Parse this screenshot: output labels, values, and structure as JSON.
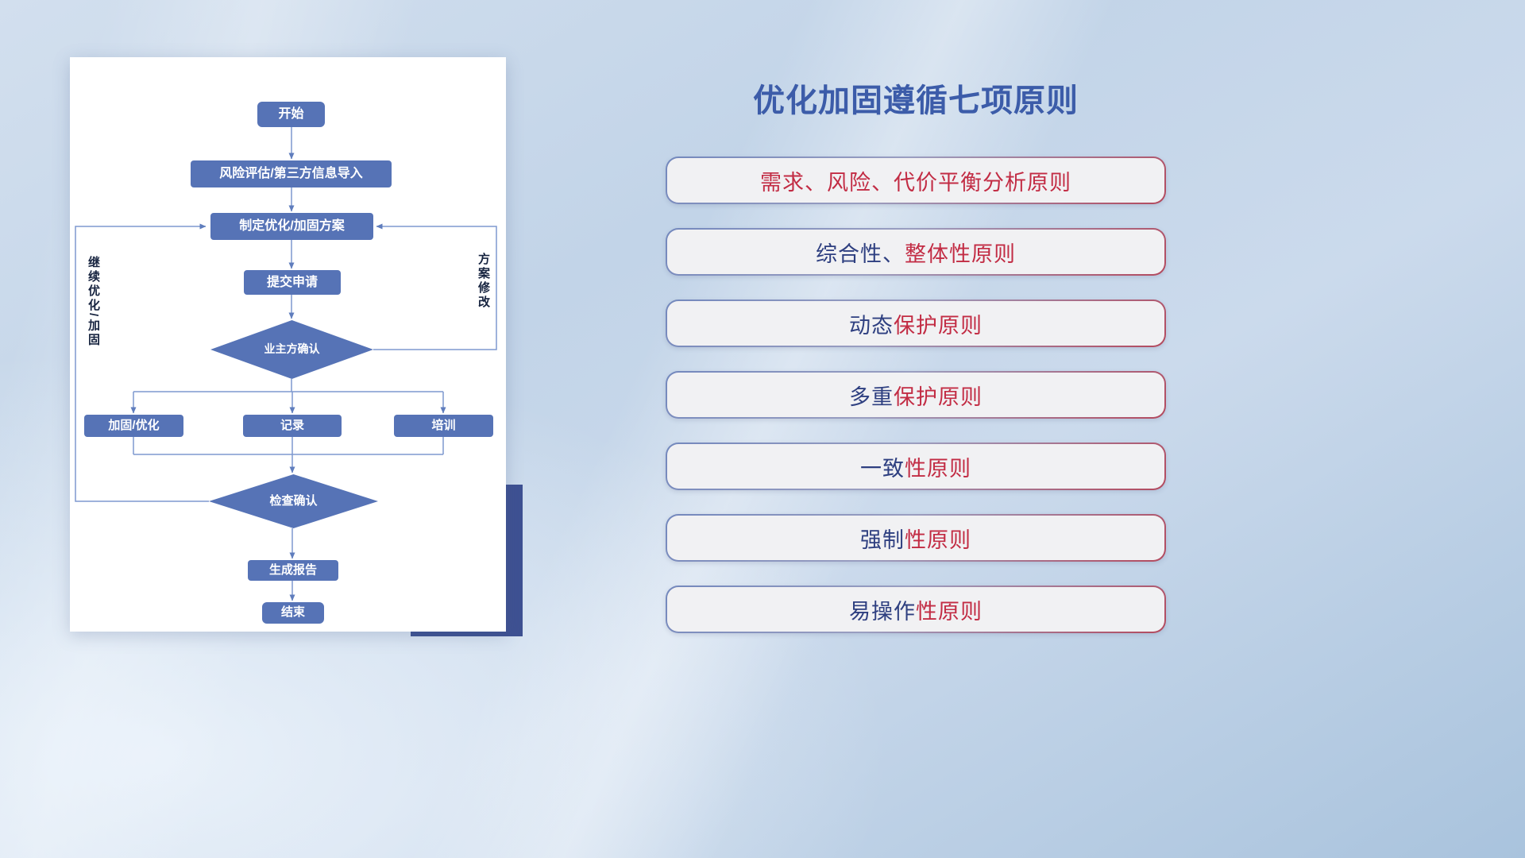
{
  "title": "优化加固遵循七项原则",
  "flowchart": {
    "nodes": {
      "start": "开始",
      "risk_import": "风险评估/第三方信息导入",
      "make_plan": "制定优化/加固方案",
      "submit": "提交申请",
      "owner_confirm": "业主方确认",
      "reinforce": "加固/优化",
      "record": "记录",
      "training": "培训",
      "check_confirm": "检查确认",
      "report": "生成报告",
      "end": "结束"
    },
    "loop_labels": {
      "continue_optimize": "继续优化/加固",
      "plan_modify": "方案修改"
    }
  },
  "principles": [
    {
      "blue": "",
      "red": "需求、风险、代价平衡分析原则"
    },
    {
      "blue": "综合性、",
      "red": "整体性原则"
    },
    {
      "blue": "动态",
      "red": "保护原则"
    },
    {
      "blue": "多重",
      "red": "保护原则"
    },
    {
      "blue": "一致",
      "red": "性原则"
    },
    {
      "blue": "强制",
      "red": "性原则"
    },
    {
      "blue": "易操作",
      "red": "性原则"
    }
  ],
  "colors": {
    "node_blue": "#5673b6",
    "connector_blue": "#7e99cf",
    "title_blue": "#3c5ca9",
    "principle_blue": "#2e3f80",
    "principle_red": "#c22c44",
    "navy_accent": "#3e5192",
    "background_blue": "#b9cde3"
  }
}
